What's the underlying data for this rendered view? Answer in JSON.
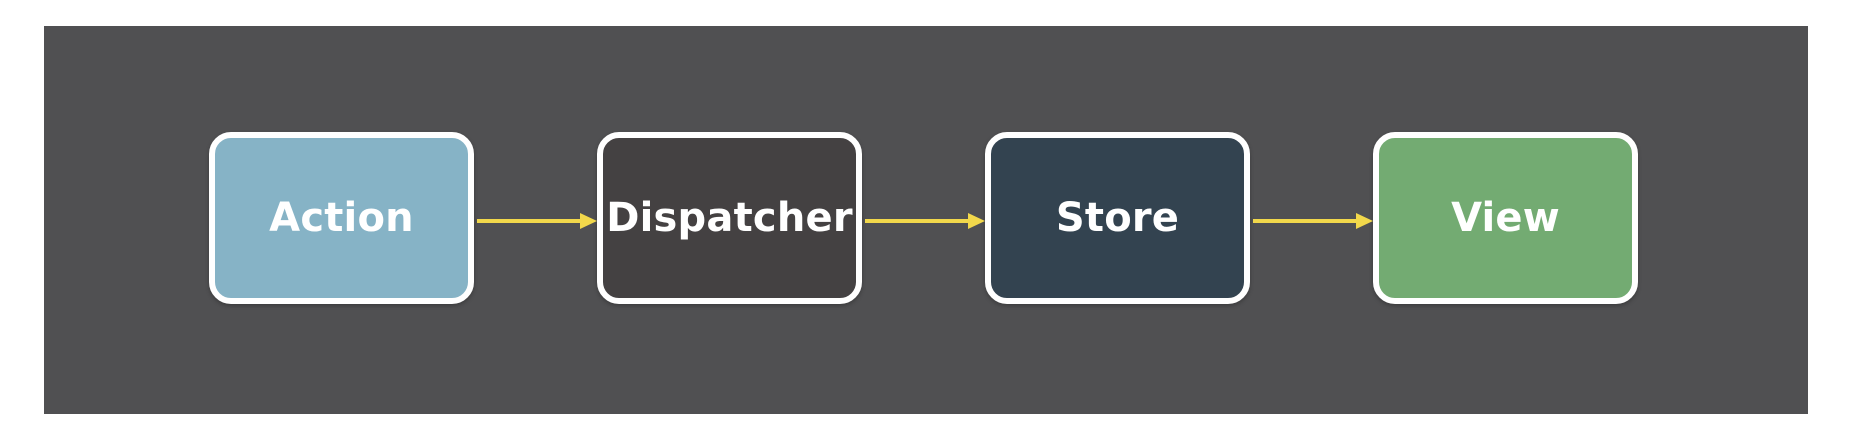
{
  "diagram": {
    "background_color": "#505052",
    "arrow_color": "#f2d84b",
    "border_color": "#ffffff",
    "nodes": [
      {
        "label": "Action",
        "color": "#86b3c6"
      },
      {
        "label": "Dispatcher",
        "color": "#444142"
      },
      {
        "label": "Store",
        "color": "#334350"
      },
      {
        "label": "View",
        "color": "#73ab72"
      }
    ],
    "edges": [
      {
        "from": "Action",
        "to": "Dispatcher"
      },
      {
        "from": "Dispatcher",
        "to": "Store"
      },
      {
        "from": "Store",
        "to": "View"
      }
    ]
  }
}
